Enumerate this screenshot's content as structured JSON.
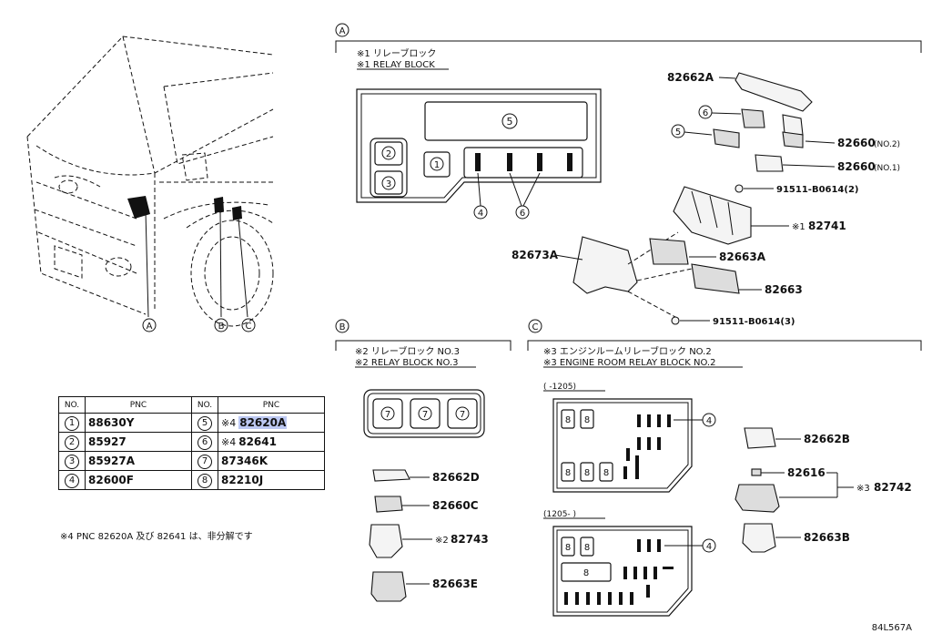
{
  "section_a": {
    "label": "A",
    "sub_jp": "※1 リレーブロック",
    "sub_en": "※1 RELAY BLOCK",
    "block_nums": [
      "5",
      "2",
      "3",
      "1"
    ],
    "callouts": [
      "4",
      "6"
    ]
  },
  "section_b": {
    "label": "B",
    "sub_jp": "※2 リレーブロック NO.3",
    "sub_en": "※2 RELAY BLOCK NO.3",
    "block_nums": [
      "7",
      "7",
      "7"
    ]
  },
  "section_c": {
    "label": "C",
    "sub_jp": "※3 エンジンルームリレーブロック NO.2",
    "sub_en": "※3 ENGINE ROOM RELAY BLOCK NO.2",
    "range1": "(     -1205)",
    "range2": "(1205-     )",
    "eight": "8",
    "callout": "4"
  },
  "vehicle_callouts": [
    "A",
    "B",
    "C"
  ],
  "parts_a": {
    "p82662A": "82662A",
    "c6": "6",
    "c5": "5",
    "p82660_2": "82660",
    "p82660_2s": "(NO.2)",
    "p82660_1": "82660",
    "p82660_1s": "(NO.1)",
    "p91511a": "91511-B0614(2)",
    "p82741m": "※1",
    "p82741": "82741",
    "p82673A": "82673A",
    "p82663A": "82663A",
    "p82663": "82663",
    "p91511b": "91511-B0614(3)"
  },
  "parts_b": {
    "p82662D": "82662D",
    "p82660C": "82660C",
    "p82743m": "※2",
    "p82743": "82743",
    "p82663E": "82663E"
  },
  "parts_c": {
    "p82662B": "82662B",
    "p82616": "82616",
    "p82742m": "※3",
    "p82742": "82742",
    "p82663B": "82663B"
  },
  "table": {
    "headers": [
      "NO.",
      "PNC",
      "NO.",
      "PNC"
    ],
    "rows": [
      {
        "n1": "1",
        "v1": "88630Y",
        "n2": "5",
        "m2": "※4",
        "v2": "82620A"
      },
      {
        "n1": "2",
        "v1": "85927",
        "n2": "6",
        "m2": "※4",
        "v2": "82641"
      },
      {
        "n1": "3",
        "v1": "85927A",
        "n2": "7",
        "m2": "",
        "v2": "87346K"
      },
      {
        "n1": "4",
        "v1": "82600F",
        "n2": "8",
        "m2": "",
        "v2": "82210J"
      }
    ]
  },
  "note": "※4 PNC 82620A 及び 82641 は、非分解です",
  "ref_code": "84L567A"
}
